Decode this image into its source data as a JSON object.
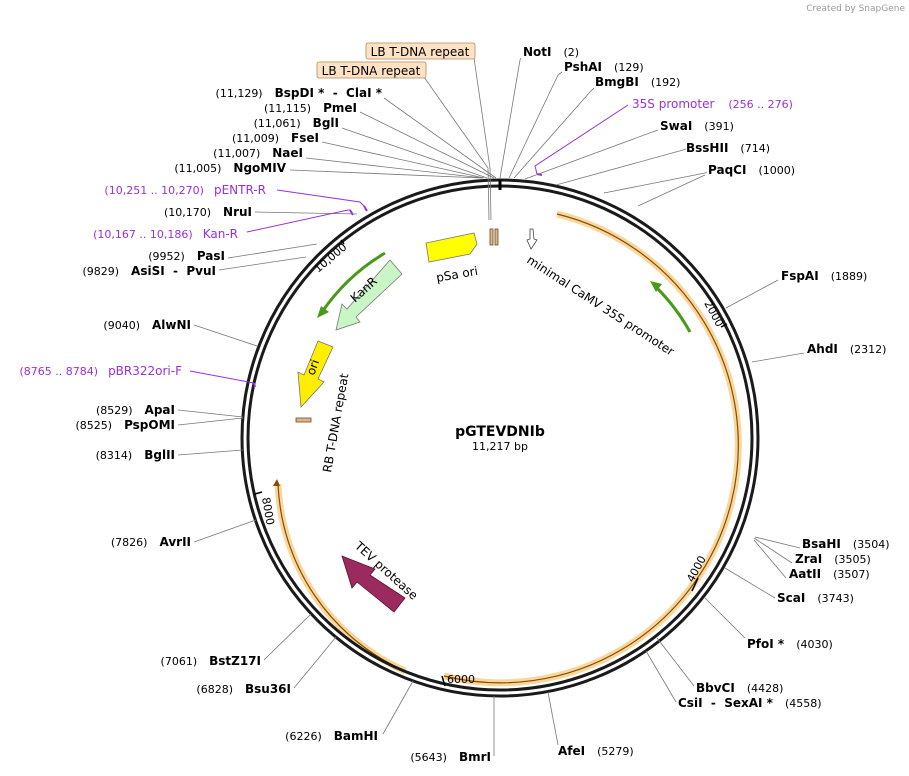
{
  "credit": "Created by SnapGene",
  "plasmid": {
    "name": "pGTEVDNIb",
    "size": "11,217 bp"
  },
  "colors": {
    "backbone": "#1a1a1a",
    "highlight": "#f2b64a",
    "primer": "#9b30d9",
    "pSa_ori": "#ffff00",
    "KanR": "#c8f7c5",
    "ori": "#ffee00",
    "TEV": "#9b2a5e",
    "green_arrow": "#4a9a1a",
    "lb_box": "#ffe2c4"
  },
  "ticks": [
    {
      "label": "2000"
    },
    {
      "label": "4000"
    },
    {
      "label": "6000"
    },
    {
      "label": "8000"
    },
    {
      "label": "10,000"
    }
  ],
  "sites_right": [
    {
      "name": "NotI",
      "pos": "(2)"
    },
    {
      "name": "PshAI",
      "pos": "(129)"
    },
    {
      "name": "BmgBI",
      "pos": "(192)"
    },
    {
      "name": "SwaI",
      "pos": "(391)"
    },
    {
      "name": "BssHII",
      "pos": "(714)"
    },
    {
      "name": "PaqCI",
      "pos": "(1000)"
    },
    {
      "name": "FspAI",
      "pos": "(1889)"
    },
    {
      "name": "AhdI",
      "pos": "(2312)"
    },
    {
      "name": "BsaHI",
      "pos": "(3504)"
    },
    {
      "name": "ZraI",
      "pos": "(3505)"
    },
    {
      "name": "AatII",
      "pos": "(3507)"
    },
    {
      "name": "ScaI",
      "pos": "(3743)"
    },
    {
      "name": "PfoI *",
      "pos": "(4030)"
    },
    {
      "name": "BbvCI",
      "pos": "(4428)"
    },
    {
      "name": "CsiI  -  SexAI *",
      "pos": "(4558)"
    },
    {
      "name": "AfeI",
      "pos": "(5279)"
    }
  ],
  "sites_left": [
    {
      "name": "BspDI *  -  ClaI *",
      "pos": "(11,129)"
    },
    {
      "name": "PmeI",
      "pos": "(11,115)"
    },
    {
      "name": "BglI",
      "pos": "(11,061)"
    },
    {
      "name": "FseI",
      "pos": "(11,009)"
    },
    {
      "name": "NaeI",
      "pos": "(11,007)"
    },
    {
      "name": "NgoMIV",
      "pos": "(11,005)"
    },
    {
      "name": "NruI",
      "pos": "(10,170)"
    },
    {
      "name": "PasI",
      "pos": "(9952)"
    },
    {
      "name": "AsiSI  -  PvuI",
      "pos": "(9829)"
    },
    {
      "name": "AlwNI",
      "pos": "(9040)"
    },
    {
      "name": "ApaI",
      "pos": "(8529)"
    },
    {
      "name": "PspOMI",
      "pos": "(8525)"
    },
    {
      "name": "BglII",
      "pos": "(8314)"
    },
    {
      "name": "AvrII",
      "pos": "(7826)"
    },
    {
      "name": "BstZ17I",
      "pos": "(7061)"
    },
    {
      "name": "Bsu36I",
      "pos": "(6828)"
    },
    {
      "name": "BamHI",
      "pos": "(6226)"
    },
    {
      "name": "BmrI",
      "pos": "(5643)"
    }
  ],
  "primers": [
    {
      "name": "35S promoter",
      "range": "(256 .. 276)"
    },
    {
      "name": "pENTR-R",
      "range": "(10,251 .. 10,270)"
    },
    {
      "name": "Kan-R",
      "range": "(10,167 .. 10,186)"
    },
    {
      "name": "pBR322ori-F",
      "range": "(8765 .. 8784)"
    }
  ],
  "lb_boxes": [
    {
      "label": "LB T-DNA repeat"
    },
    {
      "label": "LB T-DNA repeat"
    }
  ],
  "features": {
    "pSa_ori": "pSa ori",
    "minimal_35S": "minimal CaMV 35S promoter",
    "KanR": "KanR",
    "ori": "ori",
    "RB": "RB T-DNA repeat",
    "TEV": "TEV protease"
  }
}
